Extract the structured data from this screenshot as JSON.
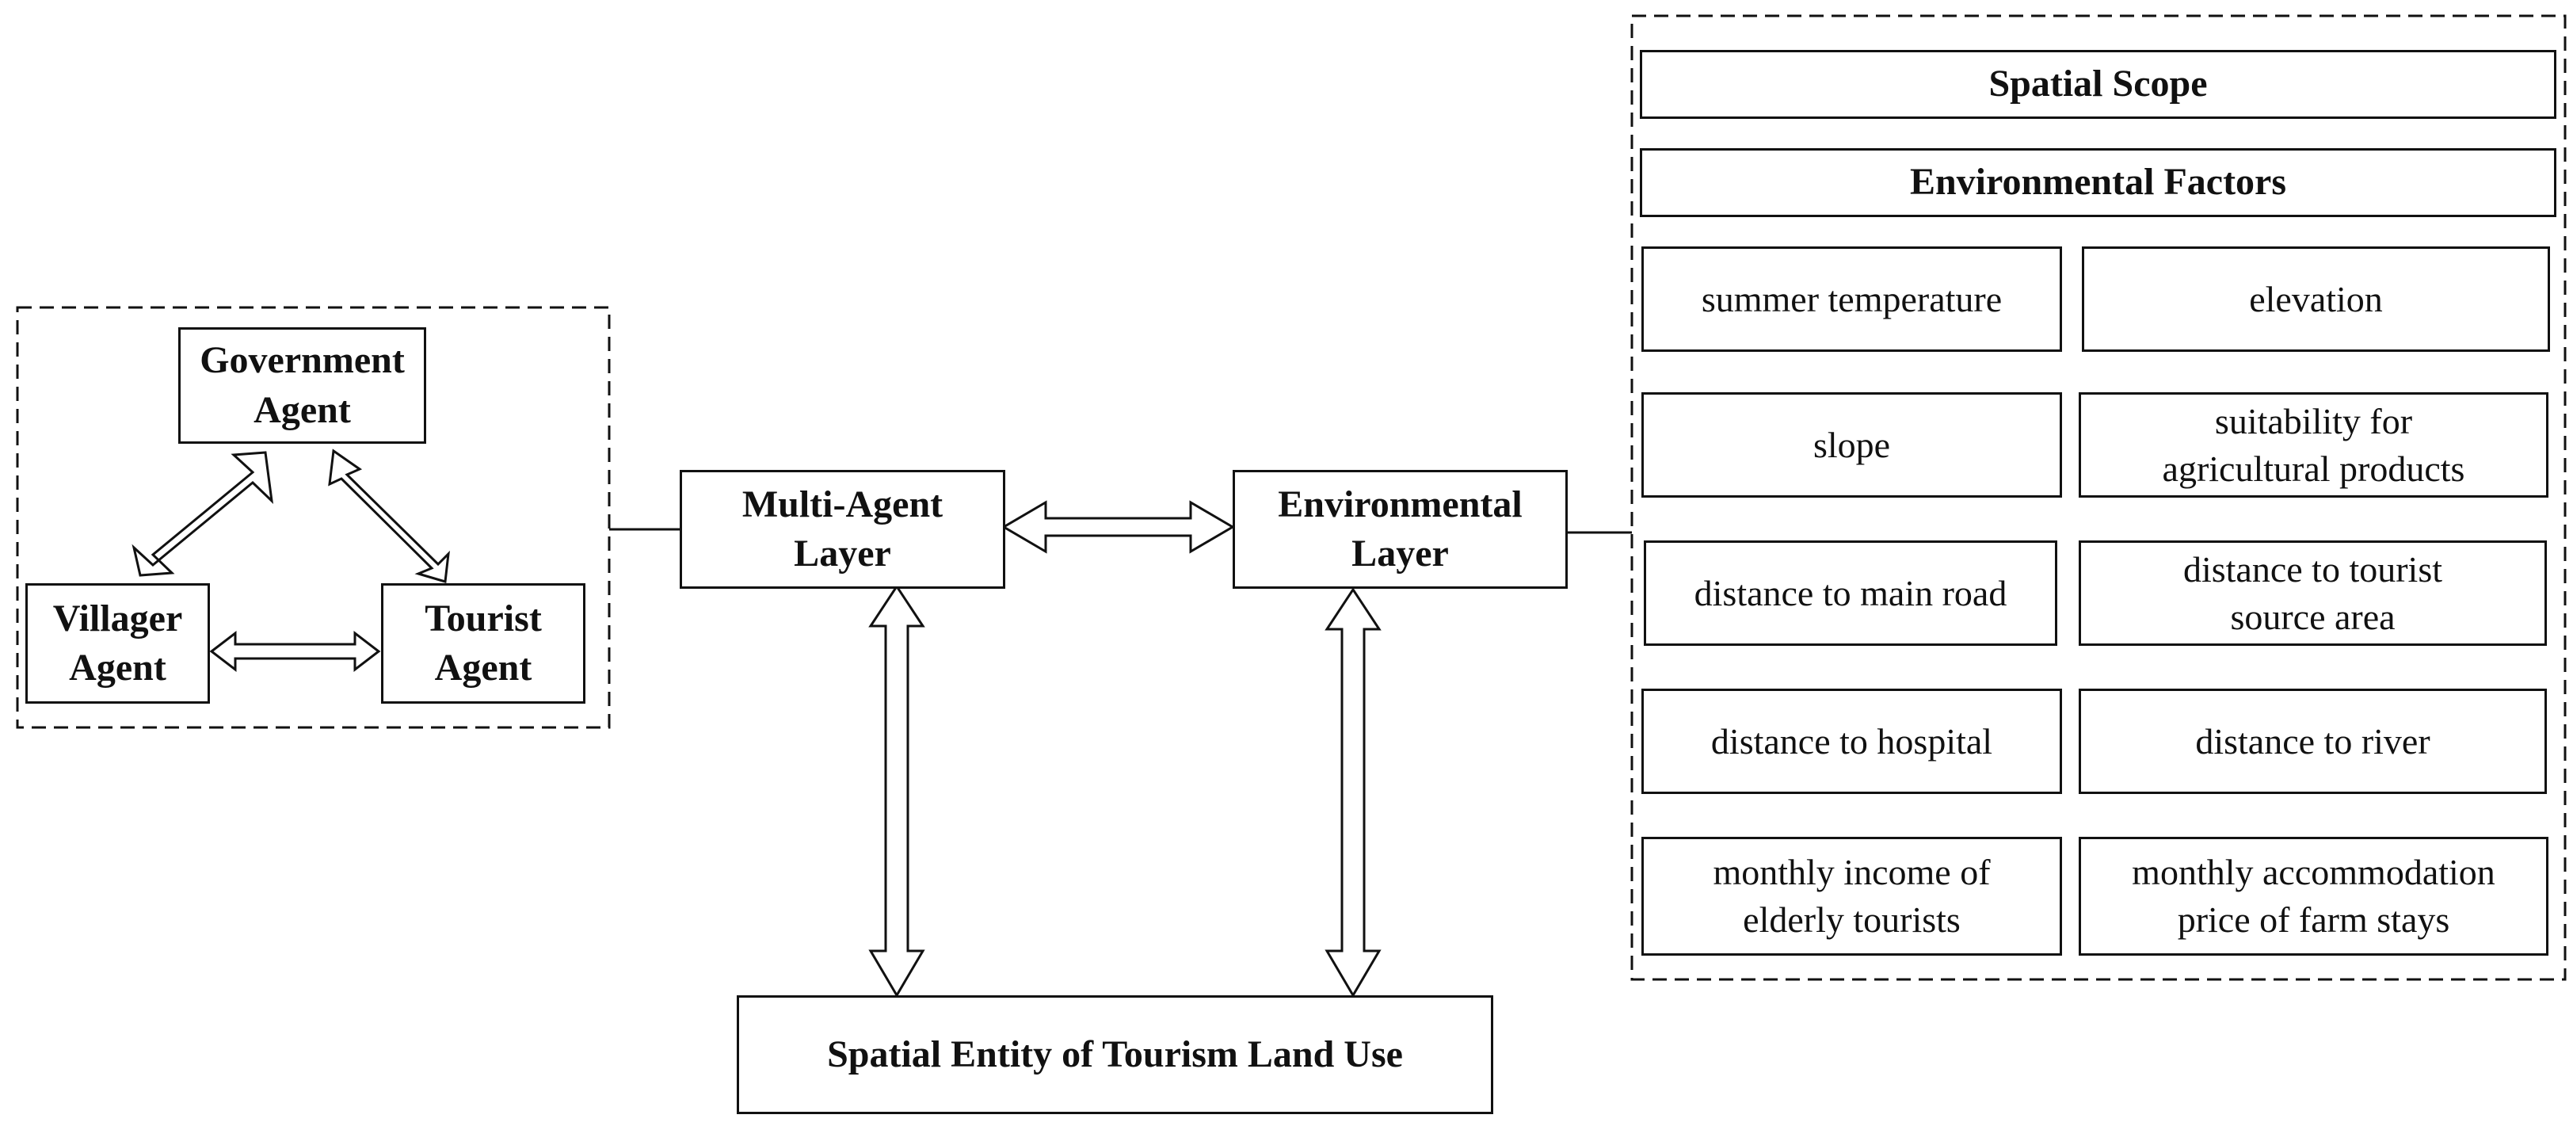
{
  "agents": {
    "government": "Government\nAgent",
    "villager": "Villager\nAgent",
    "tourist": "Tourist\nAgent"
  },
  "layers": {
    "multi_agent": "Multi-Agent\nLayer",
    "environmental": "Environmental\nLayer",
    "spatial_entity": "Spatial Entity of Tourism Land Use"
  },
  "environment_panel": {
    "spatial_scope": "Spatial Scope",
    "environmental_factors": "Environmental Factors",
    "factors": [
      "summer temperature",
      "elevation",
      "slope",
      "suitability for\nagricultural products",
      "distance to main road",
      "distance to tourist\nsource area",
      "distance to hospital",
      "distance to river",
      "monthly income of\nelderly tourists",
      "monthly accommodation\nprice of farm stays"
    ]
  }
}
